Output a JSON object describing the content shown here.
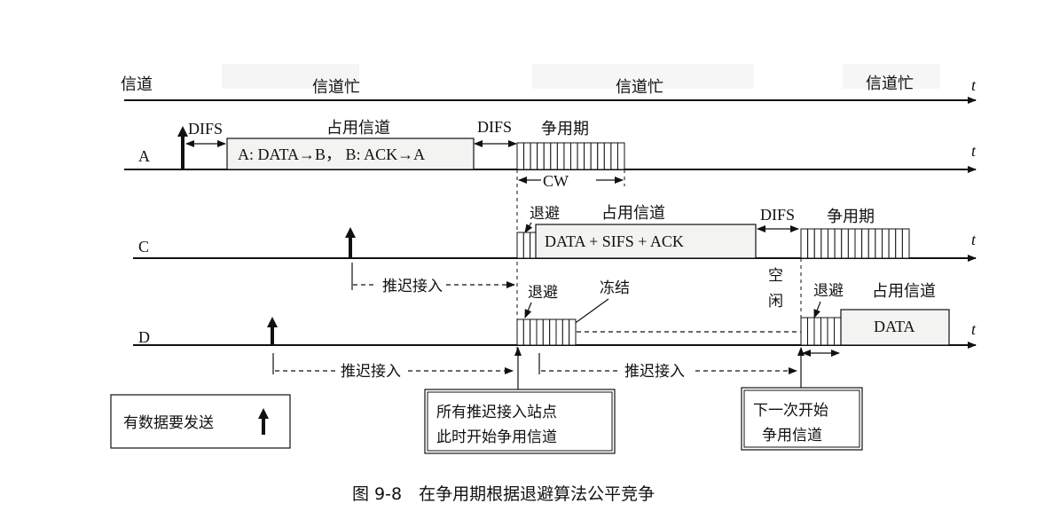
{
  "axis_symbol": "t",
  "channel": {
    "label": "信道",
    "busy_label": "信道忙",
    "busy_segments": 3
  },
  "stations": {
    "A": {
      "label": "A",
      "dataframe": "A: DATA→B， B: ACK→A",
      "occupy": "占用信道",
      "difs1": "DIFS",
      "difs2": "DIFS",
      "contention": "争用期",
      "cw": "CW"
    },
    "C": {
      "label": "C",
      "backoff": "退避",
      "occupy": "占用信道",
      "frame": "DATA  + SIFS + ACK",
      "difs": "DIFS",
      "contention": "争用期",
      "defer": "推迟接入"
    },
    "D": {
      "label": "D",
      "backoff": "退避",
      "freeze": "冻结",
      "idle_1": "空",
      "idle_2": "闲",
      "backoff2": "退避",
      "occupy": "占用信道",
      "frame": "DATA",
      "defer1": "推迟接入",
      "defer2": "推迟接入"
    }
  },
  "legend": {
    "text": "有数据要发送"
  },
  "callouts": {
    "start_contention_1": "所有推迟接入站点",
    "start_contention_2": "此时开始争用信道",
    "next_contention_1": "下一次开始",
    "next_contention_2": "争用信道"
  },
  "caption": "图 9-8　在争用期根据退避算法公平竞争"
}
